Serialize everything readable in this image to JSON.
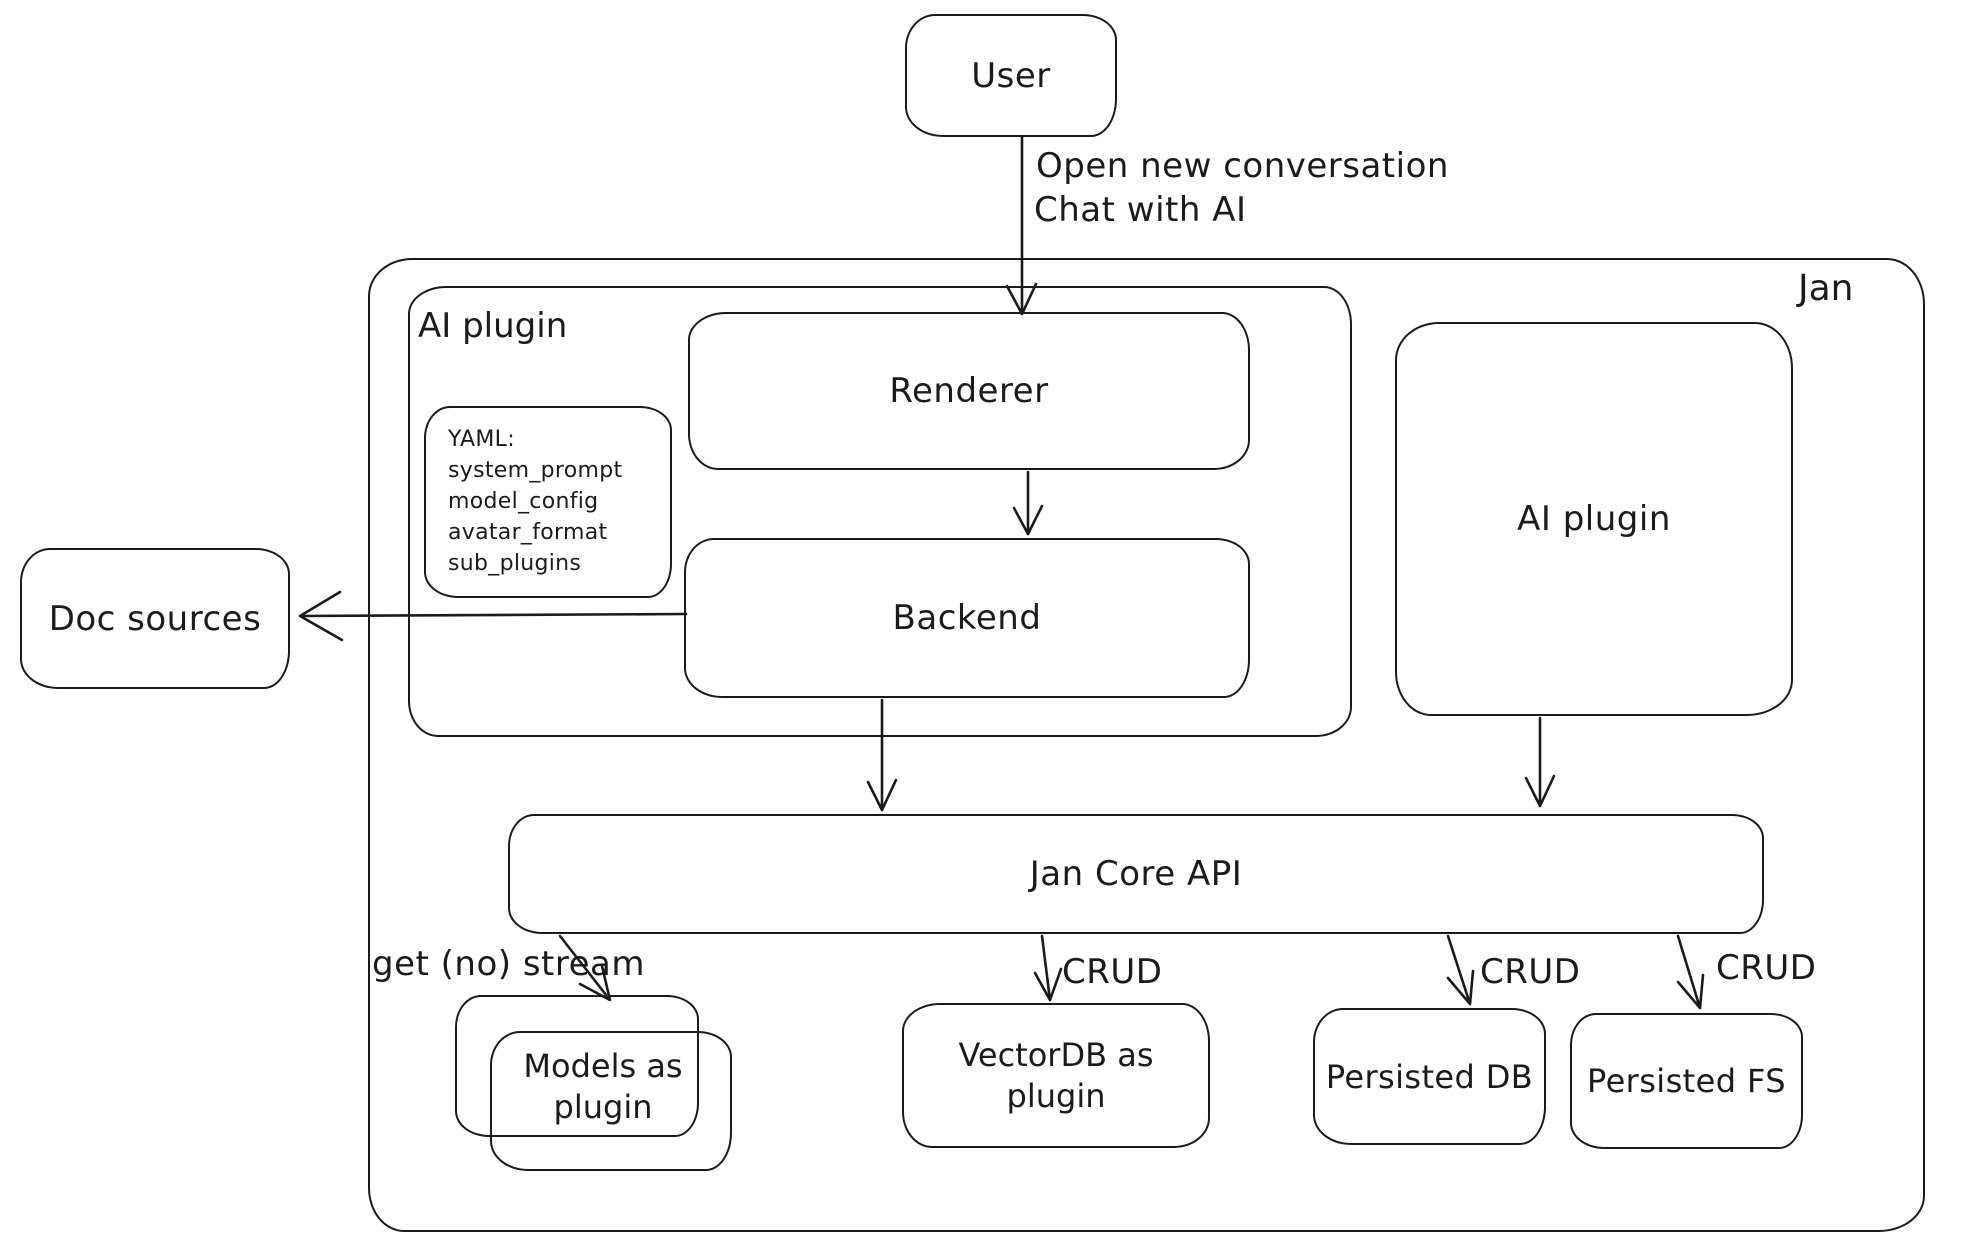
{
  "colors": {
    "stroke": "#1b1b1b",
    "background": "#ffffff"
  },
  "nodes": {
    "user": {
      "label": "User"
    },
    "jan": {
      "label": "Jan"
    },
    "ai_plugin_group": {
      "label": "AI plugin"
    },
    "yaml_note": {
      "lines": [
        "YAML:",
        "system_prompt",
        "model_config",
        "avatar_format",
        "sub_plugins"
      ]
    },
    "renderer": {
      "label": "Renderer"
    },
    "backend": {
      "label": "Backend"
    },
    "doc_sources": {
      "label": "Doc sources"
    },
    "ai_plugin_right": {
      "label": "AI plugin"
    },
    "jan_core_api": {
      "label": "Jan Core API"
    },
    "models_plugin": {
      "label": "Models as plugin"
    },
    "vectordb": {
      "label": "VectorDB as plugin"
    },
    "persisted_db": {
      "label": "Persisted DB"
    },
    "persisted_fs": {
      "label": "Persisted FS"
    }
  },
  "edges": {
    "user_to_renderer": {
      "label_line1": "Open new conversation",
      "label_line2": "Chat with AI"
    },
    "api_to_models": {
      "label": "get (no) stream"
    },
    "api_to_vectordb": {
      "label": "CRUD"
    },
    "api_to_persisted_db": {
      "label": "CRUD"
    },
    "api_to_persisted_fs": {
      "label": "CRUD"
    }
  }
}
